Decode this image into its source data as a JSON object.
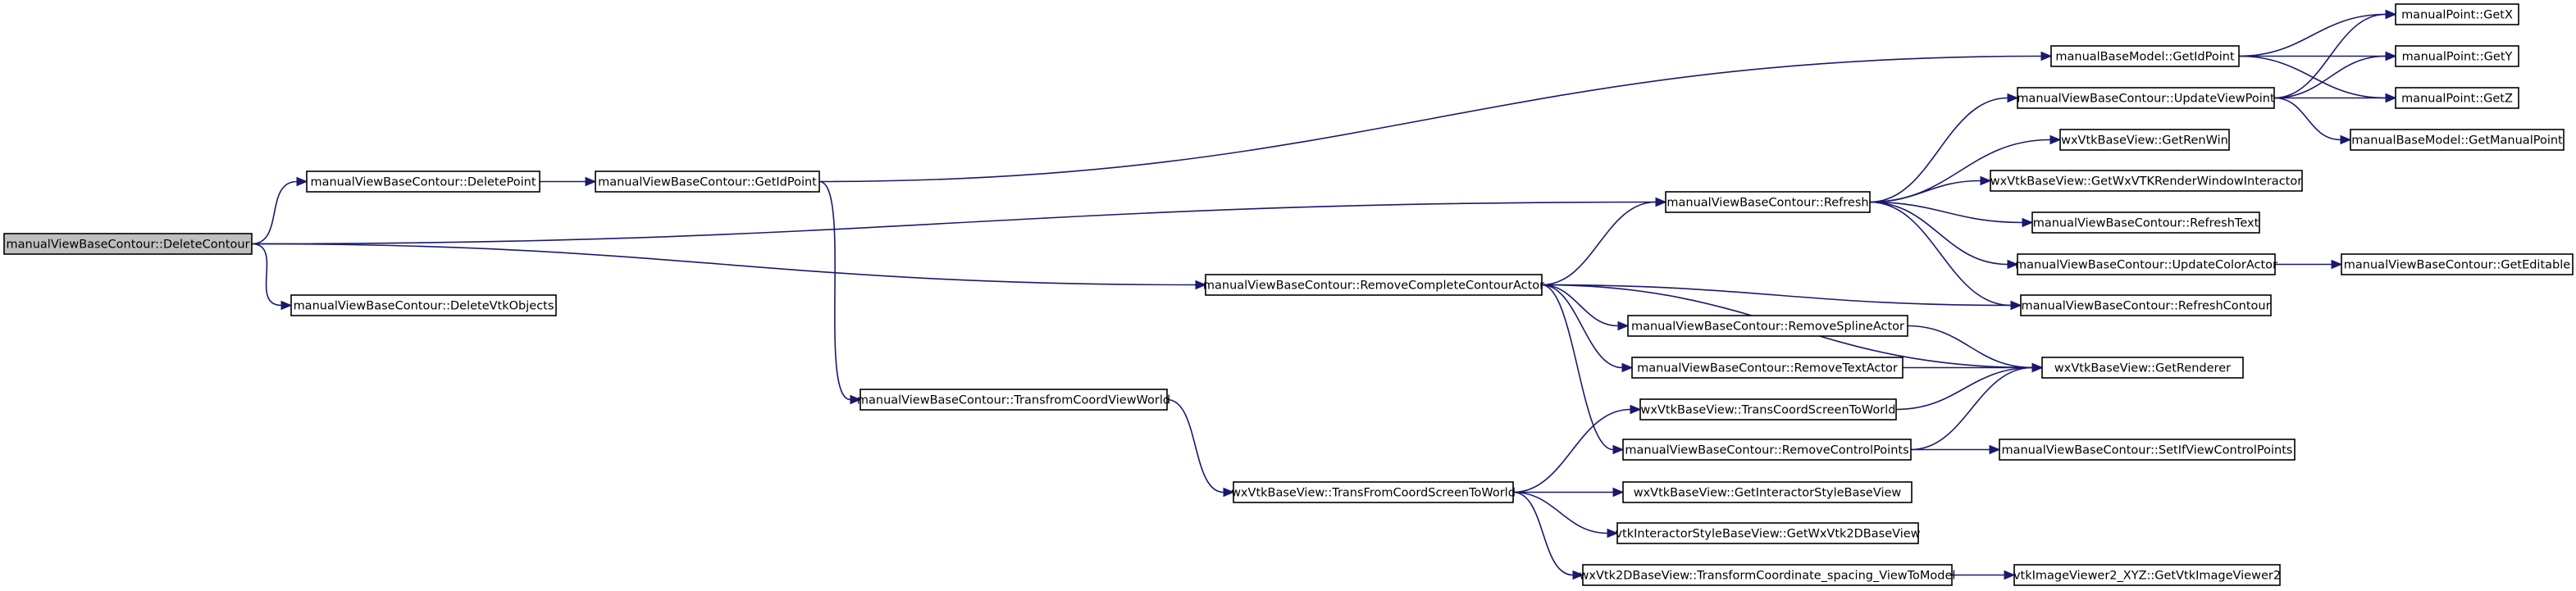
{
  "graph": {
    "nodes": [
      {
        "id": "n0",
        "label": "manualViewBaseContour::DeleteContour",
        "root": true
      },
      {
        "id": "n1",
        "label": "manualViewBaseContour::DeletePoint"
      },
      {
        "id": "n2",
        "label": "manualViewBaseContour::DeleteVtkObjects"
      },
      {
        "id": "n3",
        "label": "manualViewBaseContour::GetIdPoint"
      },
      {
        "id": "n4",
        "label": "manualViewBaseContour::TransfromCoordViewWorld"
      },
      {
        "id": "n5",
        "label": "manualViewBaseContour::RemoveCompleteContourActor"
      },
      {
        "id": "n6",
        "label": "wxVtkBaseView::TransFromCoordScreenToWorld"
      },
      {
        "id": "n7",
        "label": "manualViewBaseContour::Refresh"
      },
      {
        "id": "n8",
        "label": "manualViewBaseContour::RemoveSplineActor"
      },
      {
        "id": "n9",
        "label": "manualViewBaseContour::RemoveTextActor"
      },
      {
        "id": "n10",
        "label": "wxVtkBaseView::TransCoordScreenToWorld"
      },
      {
        "id": "n11",
        "label": "manualViewBaseContour::RemoveControlPoints"
      },
      {
        "id": "n12",
        "label": "wxVtkBaseView::GetInteractorStyleBaseView"
      },
      {
        "id": "n13",
        "label": "vtkInteractorStyleBaseView::GetWxVtk2DBaseView"
      },
      {
        "id": "n14",
        "label": "wxVtk2DBaseView::TransformCoordinate_spacing_ViewToModel"
      },
      {
        "id": "n15",
        "label": "manualBaseModel::GetIdPoint"
      },
      {
        "id": "n16",
        "label": "manualViewBaseContour::UpdateViewPoint"
      },
      {
        "id": "n17",
        "label": "wxVtkBaseView::GetRenWin"
      },
      {
        "id": "n18",
        "label": "wxVtkBaseView::GetWxVTKRenderWindowInteractor"
      },
      {
        "id": "n19",
        "label": "manualViewBaseContour::RefreshText"
      },
      {
        "id": "n20",
        "label": "manualViewBaseContour::UpdateColorActor"
      },
      {
        "id": "n21",
        "label": "manualViewBaseContour::RefreshContour"
      },
      {
        "id": "n22",
        "label": "wxVtkBaseView::GetRenderer"
      },
      {
        "id": "n23",
        "label": "manualViewBaseContour::SetIfViewControlPoints"
      },
      {
        "id": "n24",
        "label": "vtkImageViewer2_XYZ::GetVtkImageViewer2"
      },
      {
        "id": "n25",
        "label": "manualPoint::GetX"
      },
      {
        "id": "n26",
        "label": "manualPoint::GetY"
      },
      {
        "id": "n27",
        "label": "manualPoint::GetZ"
      },
      {
        "id": "n28",
        "label": "manualBaseModel::GetManualPoint"
      },
      {
        "id": "n29",
        "label": "manualViewBaseContour::GetEditable"
      }
    ],
    "edges": [
      [
        "n0",
        "n1"
      ],
      [
        "n0",
        "n2"
      ],
      [
        "n0",
        "n7"
      ],
      [
        "n0",
        "n5"
      ],
      [
        "n1",
        "n3"
      ],
      [
        "n3",
        "n15"
      ],
      [
        "n3",
        "n4"
      ],
      [
        "n4",
        "n6"
      ],
      [
        "n5",
        "n7"
      ],
      [
        "n5",
        "n21"
      ],
      [
        "n5",
        "n22"
      ],
      [
        "n5",
        "n8"
      ],
      [
        "n5",
        "n9"
      ],
      [
        "n5",
        "n11"
      ],
      [
        "n6",
        "n10"
      ],
      [
        "n6",
        "n12"
      ],
      [
        "n6",
        "n13"
      ],
      [
        "n6",
        "n14"
      ],
      [
        "n7",
        "n16"
      ],
      [
        "n7",
        "n17"
      ],
      [
        "n7",
        "n18"
      ],
      [
        "n7",
        "n19"
      ],
      [
        "n7",
        "n20"
      ],
      [
        "n7",
        "n21"
      ],
      [
        "n8",
        "n22"
      ],
      [
        "n9",
        "n22"
      ],
      [
        "n10",
        "n22"
      ],
      [
        "n11",
        "n22"
      ],
      [
        "n11",
        "n23"
      ],
      [
        "n14",
        "n24"
      ],
      [
        "n15",
        "n25"
      ],
      [
        "n15",
        "n26"
      ],
      [
        "n15",
        "n27"
      ],
      [
        "n16",
        "n25"
      ],
      [
        "n16",
        "n26"
      ],
      [
        "n16",
        "n27"
      ],
      [
        "n16",
        "n28"
      ],
      [
        "n20",
        "n29"
      ]
    ]
  }
}
